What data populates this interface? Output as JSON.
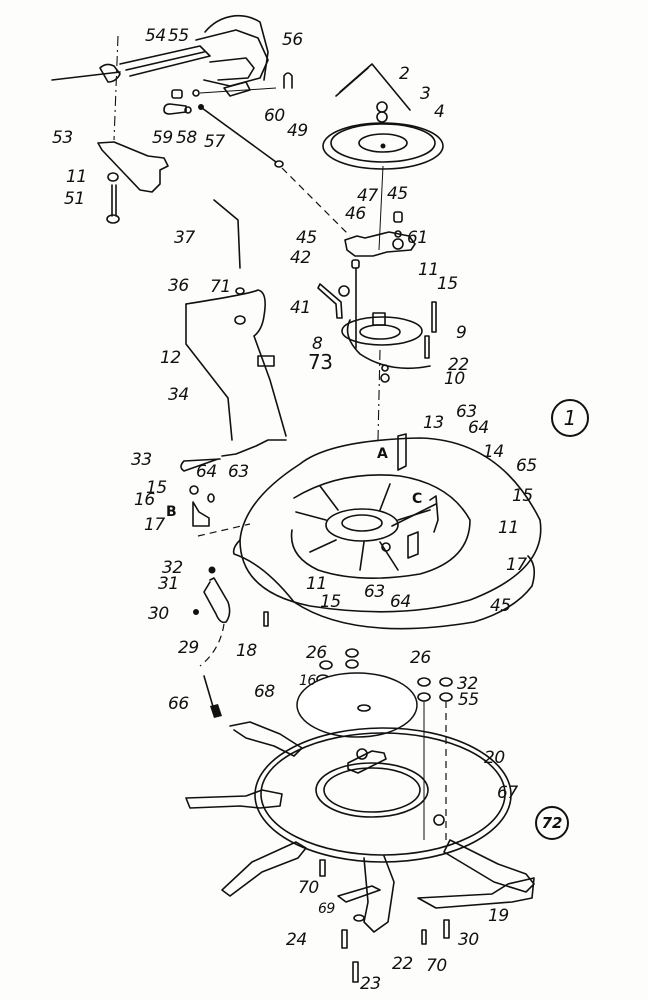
{
  "diagram": {
    "type": "exploded-parts-diagram",
    "group_markers": {
      "group_1": "1",
      "group_72": "72"
    },
    "reference_letters": {
      "a": "A",
      "b": "B",
      "c": "C"
    },
    "labels": {
      "p54": "54",
      "p55_top": "55",
      "p56": "56",
      "p60": "60",
      "p59": "59",
      "p58": "58",
      "p57": "57",
      "p53": "53",
      "p11_left": "11",
      "p51": "51",
      "p2": "2",
      "p3": "3",
      "p4": "4",
      "p49": "49",
      "p47": "47",
      "p45_a": "45",
      "p46": "46",
      "p61": "61",
      "p45_b": "45",
      "p42": "42",
      "p41": "41",
      "p11_b": "11",
      "p15_a": "15",
      "p9": "9",
      "p8": "8",
      "p73": "73",
      "p22_a": "22",
      "p10": "10",
      "p37": "37",
      "p71": "71",
      "p36": "36",
      "p12": "12",
      "p34": "34",
      "p33": "33",
      "p64_a": "64",
      "p63_a": "63",
      "p15_b": "15",
      "p16_a": "16",
      "p17_a": "17",
      "p13": "13",
      "p63_b": "63",
      "p64_b": "64",
      "p14": "14",
      "p65": "65",
      "p15_c": "15",
      "p11_c": "11",
      "p17_b": "17",
      "p11_d": "11",
      "p15_d": "15",
      "p63_c": "63",
      "p64_c": "64",
      "p45_c": "45",
      "p32_a": "32",
      "p31": "31",
      "p30_a": "30",
      "p29": "29",
      "p18": "18",
      "p66": "66",
      "p26_a": "26",
      "p16_b": "16",
      "p68": "68",
      "p26_b": "26",
      "p32_b": "32",
      "p55_b": "55",
      "p20": "20",
      "p67": "67",
      "p70_a": "70",
      "p69": "69",
      "p24": "24",
      "p22_b": "22",
      "p23": "23",
      "p70_b": "70",
      "p30_b": "30",
      "p19": "19"
    },
    "colors": {
      "ink": "#111111",
      "paper": "#fdfdfb"
    }
  }
}
